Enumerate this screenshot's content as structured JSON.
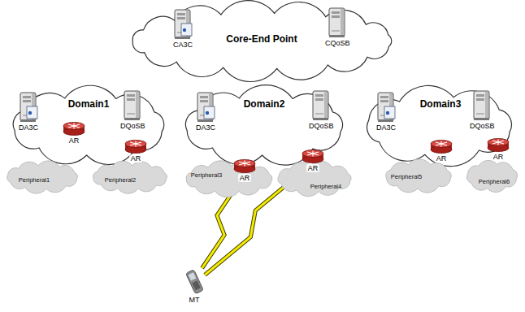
{
  "diagram": {
    "nodes": [
      {
        "text": [
          "Core-End Point"
        ]
      },
      {
        "text": [
          "CA3C"
        ],
        "in": 0
      },
      {
        "text": [
          "CQoSB"
        ],
        "in": 0
      },
      {
        "text": [
          "Domain1"
        ]
      },
      {
        "text": [
          "DA3C"
        ],
        "in": 3
      },
      {
        "text": [
          "DQoSB"
        ],
        "in": 3
      },
      {
        "text": [
          "Domain2"
        ]
      },
      {
        "text": [
          "DA3C"
        ],
        "in": 6
      },
      {
        "text": [
          "DQoSB"
        ],
        "in": 6
      },
      {
        "text": [
          "Domain3"
        ]
      },
      {
        "text": [
          "DA3C"
        ],
        "in": 9
      },
      {
        "text": [
          "DQoSB"
        ],
        "in": 9
      },
      {
        "text": [
          "Peripheral1"
        ]
      },
      {
        "text": [
          "AR"
        ]
      },
      {
        "text": [
          "Peripheral2"
        ]
      },
      {
        "text": [
          "AR"
        ]
      },
      {
        "text": [
          "Peripheral3"
        ]
      },
      {
        "text": [
          "AR"
        ]
      },
      {
        "text": [
          "Peripheral4"
        ]
      },
      {
        "text": [
          "AR"
        ]
      },
      {
        "text": [
          "Peripheral5"
        ]
      },
      {
        "text": [
          "AR"
        ]
      },
      {
        "text": [
          "Peripheral6"
        ]
      },
      {
        "text": [
          "AR"
        ]
      },
      {
        "text": [
          "MT"
        ]
      }
    ],
    "edges": [
      {
        "from": 17,
        "to": 24,
        "arrow": "none"
      },
      {
        "from": 19,
        "to": 24,
        "arrow": "none"
      }
    ]
  }
}
